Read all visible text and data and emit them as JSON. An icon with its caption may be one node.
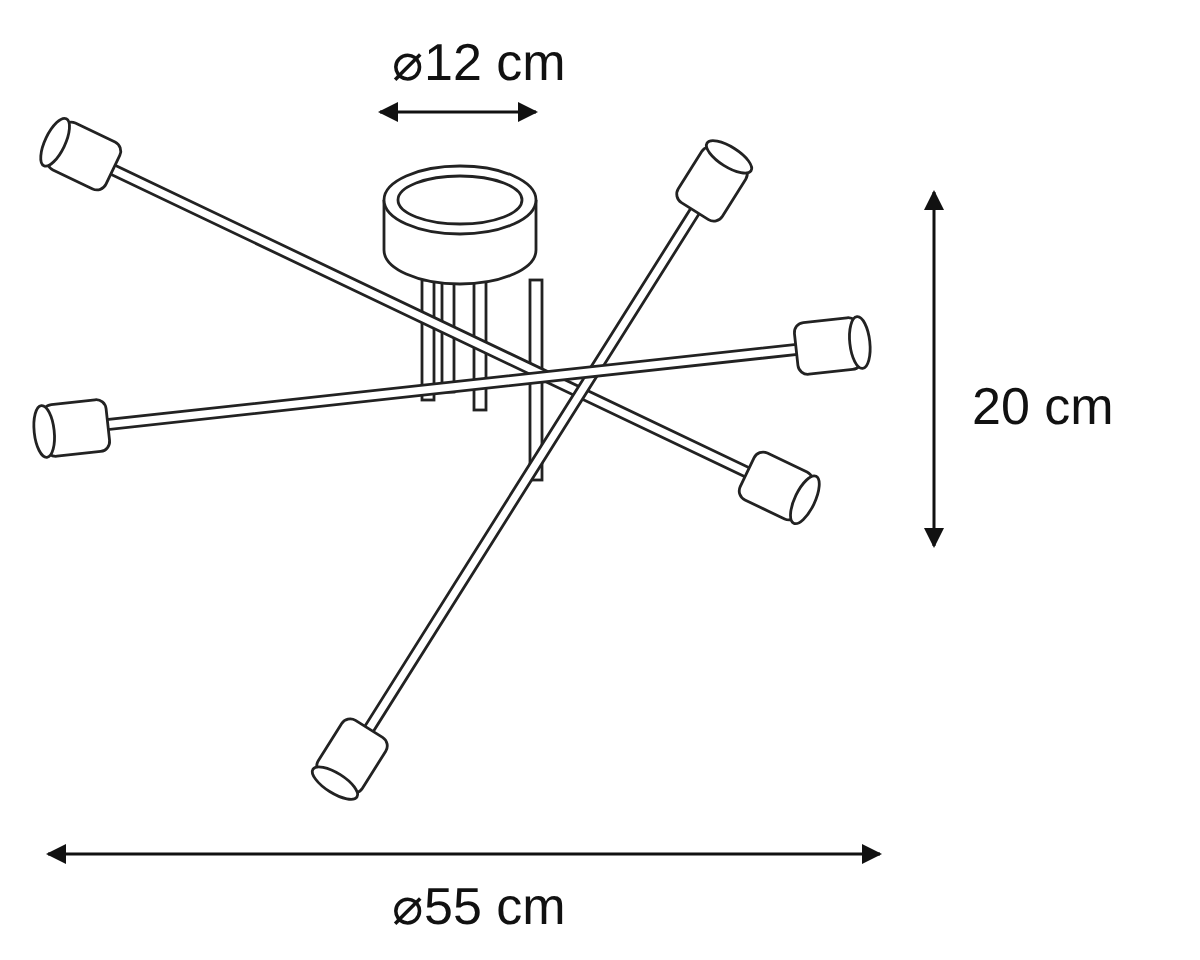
{
  "diagram": {
    "labels": [
      "⌀12 cm",
      "20 cm",
      "⌀55 cm"
    ]
  }
}
